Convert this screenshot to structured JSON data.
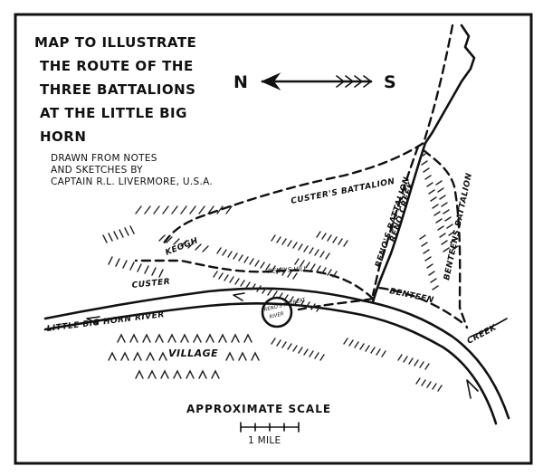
{
  "title": {
    "lines": [
      "MAP TO ILLUSTRATE",
      "THE ROUTE OF THE",
      "THREE BATTALIONS",
      "AT THE LITTLE BIG",
      "HORN"
    ]
  },
  "credit": {
    "lines": [
      "DRAWN FROM NOTES",
      "AND SKETCHES BY",
      "CAPTAIN R.L. LIVERMORE, U.S.A."
    ]
  },
  "compass": {
    "north": "N",
    "south": "S"
  },
  "labels": {
    "custers_battalion": "CUSTER'S BATTALION",
    "renos_battalion": "RENO'S BATTALION",
    "reno_creek": "RENO CREEK",
    "benteens_battalion": "BENTEENS BATTALION",
    "benteen": "BENTEEN",
    "keogh": "KEOGH",
    "custer": "CUSTER",
    "renos_hill": "RENO'S HILL",
    "little_big_horn_river": "LITTLE BIG HORN RIVER",
    "village": "VILLAGE",
    "creek": "CREEK",
    "ford": "RENO'S RETREAT",
    "ford_sub": "RIVER"
  },
  "scale": {
    "title": "APPROXIMATE SCALE",
    "unit": "1 MILE"
  }
}
